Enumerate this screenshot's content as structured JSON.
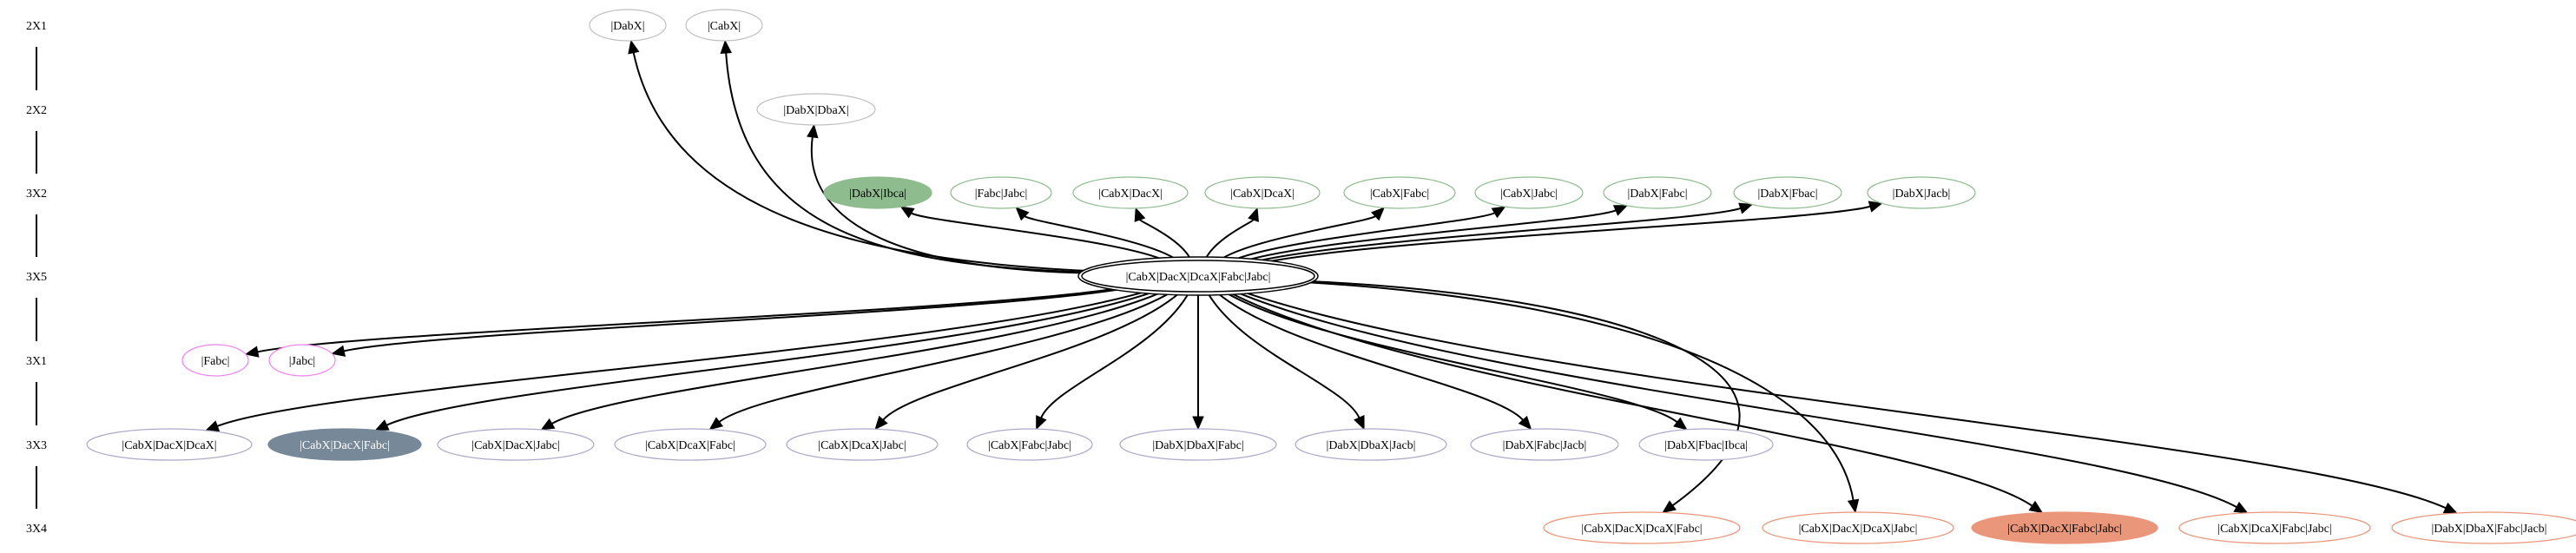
{
  "ranks": [
    {
      "id": "r2x1",
      "label": "2X1"
    },
    {
      "id": "r2x2",
      "label": "2X2"
    },
    {
      "id": "r3x2",
      "label": "3X2"
    },
    {
      "id": "r3x5",
      "label": "3X5"
    },
    {
      "id": "r3x1",
      "label": "3X1"
    },
    {
      "id": "r3x3",
      "label": "3X3"
    },
    {
      "id": "r3x4",
      "label": "3X4"
    }
  ],
  "center_node": {
    "id": "center",
    "rank": "r3x5",
    "label": "|CabX|DacX|DcaX|Fabc|Jabc|"
  },
  "nodes": [
    {
      "id": "n2x1_a",
      "rank": "r2x1",
      "label": "|DabX|",
      "stroke": "#c0c0c0",
      "fill": "none",
      "text_color": "#000000"
    },
    {
      "id": "n2x1_b",
      "rank": "r2x1",
      "label": "|CabX|",
      "stroke": "#c0c0c0",
      "fill": "none",
      "text_color": "#000000"
    },
    {
      "id": "n2x2_a",
      "rank": "r2x2",
      "label": "|DabX|DbaX|",
      "stroke": "#c0c0c0",
      "fill": "none",
      "text_color": "#000000"
    },
    {
      "id": "n3x2_1",
      "rank": "r3x2",
      "label": "|DabX|Ibca|",
      "stroke": "#8fbc8f",
      "fill": "#8fbc8f",
      "text_color": "#000000"
    },
    {
      "id": "n3x2_2",
      "rank": "r3x2",
      "label": "|Fabc|Jabc|",
      "stroke": "#8fbc8f",
      "fill": "none",
      "text_color": "#000000"
    },
    {
      "id": "n3x2_3",
      "rank": "r3x2",
      "label": "|CabX|DacX|",
      "stroke": "#8fbc8f",
      "fill": "none",
      "text_color": "#000000"
    },
    {
      "id": "n3x2_4",
      "rank": "r3x2",
      "label": "|CabX|DcaX|",
      "stroke": "#8fbc8f",
      "fill": "none",
      "text_color": "#000000"
    },
    {
      "id": "n3x2_5",
      "rank": "r3x2",
      "label": "|CabX|Fabc|",
      "stroke": "#8fbc8f",
      "fill": "none",
      "text_color": "#000000"
    },
    {
      "id": "n3x2_6",
      "rank": "r3x2",
      "label": "|CabX|Jabc|",
      "stroke": "#8fbc8f",
      "fill": "none",
      "text_color": "#000000"
    },
    {
      "id": "n3x2_7",
      "rank": "r3x2",
      "label": "|DabX|Fabc|",
      "stroke": "#8fbc8f",
      "fill": "none",
      "text_color": "#000000"
    },
    {
      "id": "n3x2_8",
      "rank": "r3x2",
      "label": "|DabX|Fbac|",
      "stroke": "#8fbc8f",
      "fill": "none",
      "text_color": "#000000"
    },
    {
      "id": "n3x2_9",
      "rank": "r3x2",
      "label": "|DabX|Jacb|",
      "stroke": "#8fbc8f",
      "fill": "none",
      "text_color": "#000000"
    },
    {
      "id": "n3x1_1",
      "rank": "r3x1",
      "label": "|Fabc|",
      "stroke": "#ee82ee",
      "fill": "none",
      "text_color": "#000000"
    },
    {
      "id": "n3x1_2",
      "rank": "r3x1",
      "label": "|Jabc|",
      "stroke": "#ee82ee",
      "fill": "none",
      "text_color": "#000000"
    },
    {
      "id": "n3x3_1",
      "rank": "r3x3",
      "label": "|CabX|DacX|DcaX|",
      "stroke": "#b0a8c8",
      "fill": "none",
      "text_color": "#000000"
    },
    {
      "id": "n3x3_2",
      "rank": "r3x3",
      "label": "|CabX|DacX|Fabc|",
      "stroke": "#778899",
      "fill": "#778899",
      "text_color": "#ffffff"
    },
    {
      "id": "n3x3_3",
      "rank": "r3x3",
      "label": "|CabX|DacX|Jabc|",
      "stroke": "#b0a8c8",
      "fill": "none",
      "text_color": "#000000"
    },
    {
      "id": "n3x3_4",
      "rank": "r3x3",
      "label": "|CabX|DcaX|Fabc|",
      "stroke": "#b0a8c8",
      "fill": "none",
      "text_color": "#000000"
    },
    {
      "id": "n3x3_5",
      "rank": "r3x3",
      "label": "|CabX|DcaX|Jabc|",
      "stroke": "#b0a8c8",
      "fill": "none",
      "text_color": "#000000"
    },
    {
      "id": "n3x3_6",
      "rank": "r3x3",
      "label": "|CabX|Fabc|Jabc|",
      "stroke": "#b0a8c8",
      "fill": "none",
      "text_color": "#000000"
    },
    {
      "id": "n3x3_7",
      "rank": "r3x3",
      "label": "|DabX|DbaX|Fabc|",
      "stroke": "#b0a8c8",
      "fill": "none",
      "text_color": "#000000"
    },
    {
      "id": "n3x3_8",
      "rank": "r3x3",
      "label": "|DabX|DbaX|Jacb|",
      "stroke": "#b0a8c8",
      "fill": "none",
      "text_color": "#000000"
    },
    {
      "id": "n3x3_9",
      "rank": "r3x3",
      "label": "|DabX|Fabc|Jacb|",
      "stroke": "#b0a8c8",
      "fill": "none",
      "text_color": "#000000"
    },
    {
      "id": "n3x3_10",
      "rank": "r3x3",
      "label": "|DabX|Fbac|Ibca|",
      "stroke": "#b0a8c8",
      "fill": "none",
      "text_color": "#000000"
    },
    {
      "id": "n3x4_1",
      "rank": "r3x4",
      "label": "|CabX|DacX|DcaX|Fabc|",
      "stroke": "#e9967a",
      "fill": "none",
      "text_color": "#000000"
    },
    {
      "id": "n3x4_2",
      "rank": "r3x4",
      "label": "|CabX|DacX|DcaX|Jabc|",
      "stroke": "#e9967a",
      "fill": "none",
      "text_color": "#000000"
    },
    {
      "id": "n3x4_3",
      "rank": "r3x4",
      "label": "|CabX|DacX|Fabc|Jabc|",
      "stroke": "#e9967a",
      "fill": "#e9967a",
      "text_color": "#000000"
    },
    {
      "id": "n3x4_4",
      "rank": "r3x4",
      "label": "|CabX|DcaX|Fabc|Jabc|",
      "stroke": "#e9967a",
      "fill": "none",
      "text_color": "#000000"
    },
    {
      "id": "n3x4_5",
      "rank": "r3x4",
      "label": "|DabX|DbaX|Fabc|Jacb|",
      "stroke": "#e9967a",
      "fill": "none",
      "text_color": "#000000"
    }
  ],
  "edges": [
    {
      "from": "center",
      "to": "n2x1_a"
    },
    {
      "from": "center",
      "to": "n2x1_b"
    },
    {
      "from": "center",
      "to": "n2x2_a"
    },
    {
      "from": "center",
      "to": "n3x2_1"
    },
    {
      "from": "center",
      "to": "n3x2_2"
    },
    {
      "from": "center",
      "to": "n3x2_3"
    },
    {
      "from": "center",
      "to": "n3x2_4"
    },
    {
      "from": "center",
      "to": "n3x2_5"
    },
    {
      "from": "center",
      "to": "n3x2_6"
    },
    {
      "from": "center",
      "to": "n3x2_7"
    },
    {
      "from": "center",
      "to": "n3x2_8"
    },
    {
      "from": "center",
      "to": "n3x2_9"
    },
    {
      "from": "center",
      "to": "n3x1_1"
    },
    {
      "from": "center",
      "to": "n3x1_2"
    },
    {
      "from": "center",
      "to": "n3x3_1"
    },
    {
      "from": "center",
      "to": "n3x3_2"
    },
    {
      "from": "center",
      "to": "n3x3_3"
    },
    {
      "from": "center",
      "to": "n3x3_4"
    },
    {
      "from": "center",
      "to": "n3x3_5"
    },
    {
      "from": "center",
      "to": "n3x3_6"
    },
    {
      "from": "center",
      "to": "n3x3_7"
    },
    {
      "from": "center",
      "to": "n3x3_8"
    },
    {
      "from": "center",
      "to": "n3x3_9"
    },
    {
      "from": "center",
      "to": "n3x3_10"
    },
    {
      "from": "center",
      "to": "n3x4_1"
    },
    {
      "from": "center",
      "to": "n3x4_2"
    },
    {
      "from": "center",
      "to": "n3x4_3"
    },
    {
      "from": "center",
      "to": "n3x4_4"
    },
    {
      "from": "center",
      "to": "n3x4_5"
    }
  ]
}
